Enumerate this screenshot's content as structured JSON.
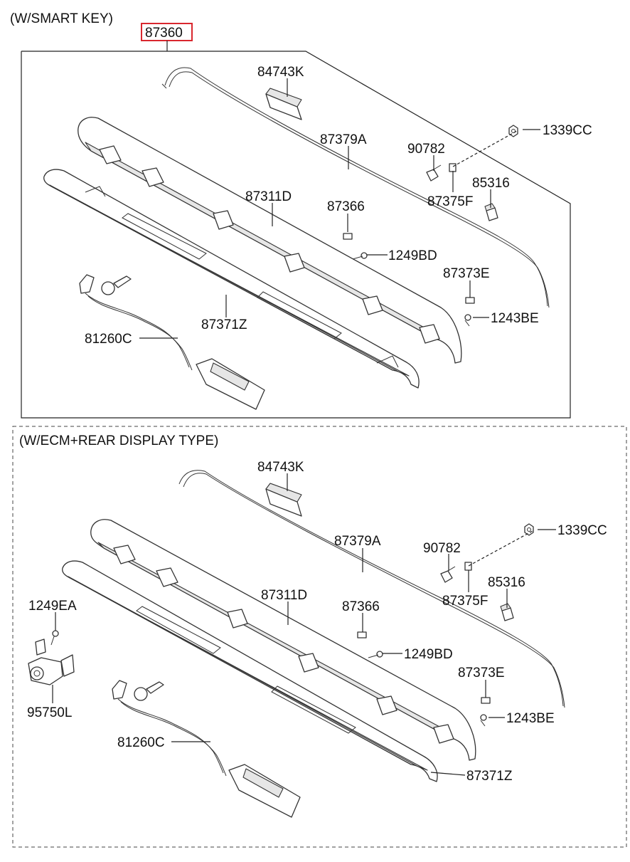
{
  "sections": {
    "smart_key": {
      "title": "(W/SMART KEY)",
      "assembly": "87360",
      "labels": {
        "p84743K": "84743K",
        "p87379A": "87379A",
        "p90782": "90782",
        "p1339CC": "1339CC",
        "p87375F": "87375F",
        "p85316": "85316",
        "p87311D": "87311D",
        "p87366": "87366",
        "p1249BD": "1249BD",
        "p87373E": "87373E",
        "p1243BE": "1243BE",
        "p87371Z": "87371Z",
        "p81260C": "81260C"
      }
    },
    "ecm_display": {
      "title": "(W/ECM+REAR DISPLAY TYPE)",
      "labels": {
        "p84743K": "84743K",
        "p87379A": "87379A",
        "p90782": "90782",
        "p1339CC": "1339CC",
        "p87375F": "87375F",
        "p85316": "85316",
        "p87311D": "87311D",
        "p87366": "87366",
        "p1249BD": "1249BD",
        "p87373E": "87373E",
        "p1243BE": "1243BE",
        "p87371Z": "87371Z",
        "p81260C": "81260C",
        "p1249EA": "1249EA",
        "p95750L": "95750L"
      }
    }
  },
  "colors": {
    "highlight_box": "#d9272e",
    "line": "#222222"
  }
}
